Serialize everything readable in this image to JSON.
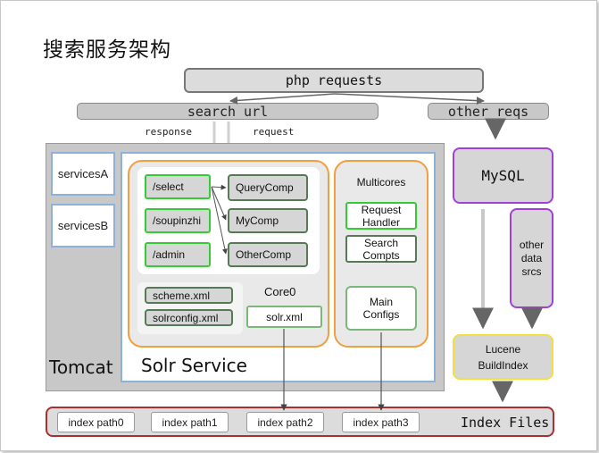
{
  "title": "搜索服务架构",
  "php_requests": "php requests",
  "search_url": "search url",
  "other_reqs": "other reqs",
  "response": "response",
  "request": "request",
  "services": [
    "servicesA",
    "servicesB"
  ],
  "tomcat": "Tomcat",
  "solr_service": "Solr Service",
  "handlers": [
    "/select",
    "/soupinzhi",
    "/admin"
  ],
  "components": [
    "QueryComp",
    "MyComp",
    "OtherComp"
  ],
  "configs": [
    "scheme.xml",
    "solrconfig.xml"
  ],
  "core0": "Core0",
  "solr_xml": "solr.xml",
  "multicores": "Multicores",
  "request_handler": "Request Handler",
  "search_compts": "Search Compts",
  "main_configs": "Main Configs",
  "mysql": "MySQL",
  "other_data_srcs": "other data srcs",
  "lucene_buildindex": "Lucene BuildIndex",
  "index_paths": [
    "index path0",
    "index path1",
    "index path2",
    "index path3"
  ],
  "index_files": "Index Files"
}
